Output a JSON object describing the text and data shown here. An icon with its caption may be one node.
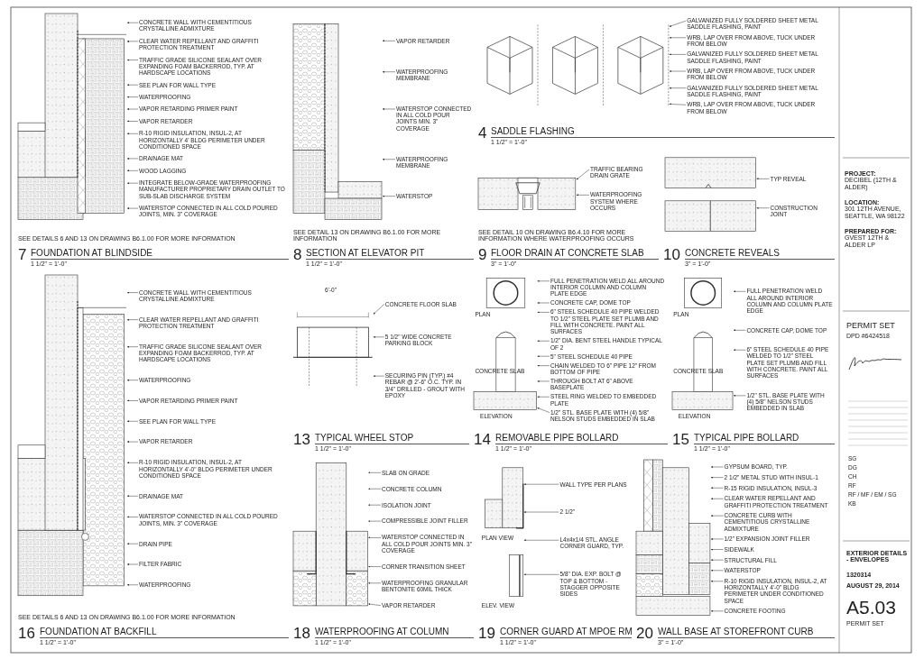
{
  "diagram": {
    "nodes": [
      {
        "text": [
          "CONCRETE WALL WITH CEMENTITIOUS CRYSTALLINE ADMIXTURE"
        ]
      },
      {
        "text": [
          "CLEAR WATER REPELLANT AND GRAFFITI PROTECTION TREATMENT"
        ]
      },
      {
        "text": [
          "TRAFFIC GRADE SILICONE SEALANT OVER EXPANDING FOAM BACKERROD, TYP. AT HARDSCAPE LOCATIONS"
        ]
      },
      {
        "text": [
          "SEE PLAN FOR WALL TYPE"
        ]
      },
      {
        "text": [
          "WATERPROOFING"
        ]
      },
      {
        "text": [
          "VAPOR RETARDING PRIMER PAINT"
        ]
      },
      {
        "text": [
          "VAPOR RETARDER"
        ]
      },
      {
        "text": [
          "R-10 RIGID INSULATION, INSUL-2, AT HORIZONTALLY 4' BLDG PERIMETER UNDER CONDITIONED SPACE"
        ]
      },
      {
        "text": [
          "DRAINAGE MAT"
        ]
      },
      {
        "text": [
          "WOOD LAGGING"
        ]
      },
      {
        "text": [
          "INTEGRATE BELOW-GRADE WATERPROOFING MANUFACTURER PROPRIETARY DRAIN OUTLET TO SUB-SLAB DISCHARGE SYSTEM"
        ]
      },
      {
        "text": [
          "WATERSTOP CONNECTED IN ALL COLD POURED JOINTS, MIN. 3\" COVERAGE"
        ]
      },
      {
        "text": [
          "VAPOR RETARDER"
        ]
      },
      {
        "text": [
          "WATERPROOFING MEMBRANE"
        ]
      },
      {
        "text": [
          "WATERSTOP CONNECTED IN ALL COLD POUR JOINTS MIN. 3\" COVERAGE"
        ]
      },
      {
        "text": [
          "WATERPROOFING MEMBRANE"
        ]
      },
      {
        "text": [
          "WATERSTOP"
        ]
      },
      {
        "text": [
          "GALVANIZED FULLY SOLDERED SHEET METAL SADDLE FLASHING, PAINT"
        ]
      },
      {
        "text": [
          "WRB, LAP OVER FROM ABOVE, TUCK UNDER FROM BELOW"
        ]
      },
      {
        "text": [
          "GALVANIZED FULLY SOLDERED SHEET METAL SADDLE FLASHING, PAINT"
        ]
      },
      {
        "text": [
          "WRB, LAP OVER FROM ABOVE, TUCK UNDER FROM BELOW"
        ]
      },
      {
        "text": [
          "GALVANIZED FULLY SOLDERED SHEET METAL SADDLE FLASHING, PAINT"
        ]
      },
      {
        "text": [
          "WRB, LAP OVER FROM ABOVE, TUCK UNDER FROM BELOW"
        ]
      },
      {
        "text": [
          "TRAFFIC BEARING DRAIN GRATE"
        ]
      },
      {
        "text": [
          "WATERPROOFING SYSTEM WHERE OCCURS"
        ]
      },
      {
        "text": [
          "TYP REVEAL"
        ]
      },
      {
        "text": [
          "CONSTRUCTION JOINT"
        ]
      },
      {
        "text": [
          "CONCRETE FLOOR SLAB"
        ]
      },
      {
        "text": [
          "5 1/2\" WIDE CONCRETE PARKING BLOCK"
        ]
      },
      {
        "text": [
          "SECURING PIN (TYP.) #4 REBAR @ 2'-6\" O.C. TYP. IN 3/4\" DRILLED - GROUT WITH EPOXY"
        ]
      },
      {
        "text": [
          "FULL PENETRATION WELD ALL AROUND INTERIOR COLUMN AND COLUMN PLATE EDGE"
        ]
      },
      {
        "text": [
          "CONCRETE CAP, DOME TOP"
        ]
      },
      {
        "text": [
          "6\" STEEL SCHEDULE 40 PIPE WELDED TO 1/2\" STEEL PLATE SET PLUMB AND FILL WITH CONCRETE. PAINT ALL SURFACES"
        ]
      },
      {
        "text": [
          "1/2\" DIA. BENT STEEL HANDLE TYPICAL OF 2"
        ]
      },
      {
        "text": [
          "5\" STEEL SCHEDULE 40 PIPE"
        ]
      },
      {
        "text": [
          "CHAIN WELDED TO 6\" PIPE 12\" FROM BOTTOM OF PIPE"
        ]
      },
      {
        "text": [
          "THROUGH BOLT AT 6\" ABOVE BASEPLATE"
        ]
      },
      {
        "text": [
          "STEEL RING WELDED TO EMBEDDED PLATE"
        ]
      },
      {
        "text": [
          "1/2\" STL. BASE PLATE WITH (4) 5/8\" NELSON STUDS EMBEDDED IN SLAB"
        ]
      },
      {
        "text": [
          "FULL PENETRATION WELD ALL AROUND INTERIOR COLUMN AND COLUMN PLATE EDGE"
        ]
      },
      {
        "text": [
          "CONCRETE CAP, DOME TOP"
        ]
      },
      {
        "text": [
          "6\" STEEL SCHEDULE 40 PIPE WELDED TO 1/2\" STEEL PLATE SET PLUMB AND FILL WITH CONCRETE. PAINT ALL SURFACES"
        ]
      },
      {
        "text": [
          "1/2\" STL. BASE PLATE WITH (4) 5/8\" NELSON STUDS EMBEDDED IN SLAB"
        ]
      },
      {
        "text": [
          "CONCRETE WALL WITH CEMENTITIOUS CRYSTALLINE ADMIXTURE"
        ]
      },
      {
        "text": [
          "CLEAR WATER REPELLANT AND GRAFFITI PROTECTION TREATMENT"
        ]
      },
      {
        "text": [
          "TRAFFIC GRADE SILICONE SEALANT OVER EXPANDING FOAM BACKERROD, TYP. AT HARDSCAPE LOCATIONS"
        ]
      },
      {
        "text": [
          "WATERPROOFING"
        ]
      },
      {
        "text": [
          "VAPOR RETARDING PRIMER PAINT"
        ]
      },
      {
        "text": [
          "SEE PLAN FOR WALL TYPE"
        ]
      },
      {
        "text": [
          "VAPOR RETARDER"
        ]
      },
      {
        "text": [
          "R-10 RIGID INSULATION, INSUL-2, AT HORIZONTALLY 4'-0\" BLDG PERIMETER UNDER CONDITIONED SPACE"
        ]
      },
      {
        "text": [
          "DRAINAGE MAT"
        ]
      },
      {
        "text": [
          "WATERSTOP CONNECTED IN ALL COLD POURED JOINTS, MIN. 3\" COVERAGE"
        ]
      },
      {
        "text": [
          "DRAIN PIPE"
        ]
      },
      {
        "text": [
          "FILTER FABRIC"
        ]
      },
      {
        "text": [
          "WATERPROOFING"
        ]
      },
      {
        "text": [
          "SLAB ON GRADE"
        ]
      },
      {
        "text": [
          "CONCRETE COLUMN"
        ]
      },
      {
        "text": [
          "ISOLATION JOINT"
        ]
      },
      {
        "text": [
          "COMPRESSIBLE JOINT FILLER"
        ]
      },
      {
        "text": [
          "WATERSTOP CONNECTED IN ALL COLD POUR JOINTS MIN. 3\" COVERAGE"
        ]
      },
      {
        "text": [
          "CORNER TRANSITION SHEET"
        ]
      },
      {
        "text": [
          "WATERPROOFING GRANULAR BENTONITE 60MIL THICK"
        ]
      },
      {
        "text": [
          "VAPOR RETARDER"
        ]
      },
      {
        "text": [
          "WALL TYPE PER PLANS"
        ]
      },
      {
        "text": [
          "2 1/2\""
        ]
      },
      {
        "text": [
          "L4x4x1/4 STL. ANGLE CORNER GUARD, TYP."
        ]
      },
      {
        "text": [
          "5/8\" DIA. EXP. BOLT @ TOP & BOTTOM - STAGGER OPPOSITE SIDES"
        ]
      },
      {
        "text": [
          "GYPSUM BOARD, TYP."
        ]
      },
      {
        "text": [
          "2 1/2\" METAL STUD WITH INSUL-1"
        ]
      },
      {
        "text": [
          "R-15 RIGID INSULATION, INSUL-3"
        ]
      },
      {
        "text": [
          "CLEAR WATER REPELLANT AND GRAFFITI PROTECTION TREATMENT"
        ]
      },
      {
        "text": [
          "CONCRETE CURB WITH CEMENTITIOUS CRYSTALLINE ADMIXTURE"
        ]
      },
      {
        "text": [
          "1/2\" EXPANSION JOINT FILLER"
        ]
      },
      {
        "text": [
          "SIDEWALK"
        ]
      },
      {
        "text": [
          "STRUCTURAL FILL"
        ]
      },
      {
        "text": [
          "WATERSTOP"
        ]
      },
      {
        "text": [
          "R-10 RIGID INSULATION, INSUL-2, AT HORIZONTALLY 4'-0\" BLDG PERIMETER UNDER CONDITIONED SPACE"
        ]
      },
      {
        "text": [
          "CONCRETE FOOTING"
        ]
      },
      {
        "text": [],
        "shape": "picture"
      },
      {
        "text": [],
        "shape": "picture"
      },
      {
        "text": [],
        "shape": "picture"
      },
      {
        "text": [],
        "shape": "picture"
      },
      {
        "text": [],
        "shape": "picture"
      },
      {
        "text": [],
        "shape": "picture"
      },
      {
        "text": [],
        "shape": "picture"
      },
      {
        "text": [],
        "shape": "picture"
      },
      {
        "text": [],
        "shape": "picture"
      },
      {
        "text": [],
        "shape": "picture"
      },
      {
        "text": [],
        "shape": "picture"
      },
      {
        "text": [],
        "shape": "picture"
      }
    ],
    "edges": [
      {
        "from": 0,
        "to": 79,
        "arrow": "to"
      },
      {
        "from": 1,
        "to": 79,
        "arrow": "to"
      },
      {
        "from": 2,
        "to": 79,
        "arrow": "to"
      },
      {
        "from": 3,
        "to": 79,
        "arrow": "to"
      },
      {
        "from": 4,
        "to": 79,
        "arrow": "to"
      },
      {
        "from": 5,
        "to": 79,
        "arrow": "to"
      },
      {
        "from": 6,
        "to": 79,
        "arrow": "to"
      },
      {
        "from": 7,
        "to": 79,
        "arrow": "to"
      },
      {
        "from": 8,
        "to": 79,
        "arrow": "to"
      },
      {
        "from": 9,
        "to": 79,
        "arrow": "to"
      },
      {
        "from": 10,
        "to": 79,
        "arrow": "to"
      },
      {
        "from": 11,
        "to": 79,
        "arrow": "to"
      },
      {
        "from": 12,
        "to": 80,
        "arrow": "to"
      },
      {
        "from": 13,
        "to": 80,
        "arrow": "to"
      },
      {
        "from": 14,
        "to": 80,
        "arrow": "to"
      },
      {
        "from": 15,
        "to": 80,
        "arrow": "to"
      },
      {
        "from": 16,
        "to": 80,
        "arrow": "to"
      },
      {
        "from": 17,
        "to": 81,
        "arrow": "to"
      },
      {
        "from": 18,
        "to": 81,
        "arrow": "to"
      },
      {
        "from": 19,
        "to": 81,
        "arrow": "to"
      },
      {
        "from": 20,
        "to": 81,
        "arrow": "to"
      },
      {
        "from": 21,
        "to": 81,
        "arrow": "to"
      },
      {
        "from": 22,
        "to": 81,
        "arrow": "to"
      },
      {
        "from": 23,
        "to": 82,
        "arrow": "to"
      },
      {
        "from": 24,
        "to": 82,
        "arrow": "to"
      },
      {
        "from": 25,
        "to": 83,
        "arrow": "to"
      },
      {
        "from": 26,
        "to": 83,
        "arrow": "to"
      },
      {
        "from": 27,
        "to": 84,
        "arrow": "to"
      },
      {
        "from": 28,
        "to": 84,
        "arrow": "to"
      },
      {
        "from": 29,
        "to": 84,
        "arrow": "to"
      },
      {
        "from": 30,
        "to": 85,
        "arrow": "to"
      },
      {
        "from": 31,
        "to": 85,
        "arrow": "to"
      },
      {
        "from": 32,
        "to": 85,
        "arrow": "to"
      },
      {
        "from": 33,
        "to": 85,
        "arrow": "to"
      },
      {
        "from": 34,
        "to": 85,
        "arrow": "to"
      },
      {
        "from": 35,
        "to": 85,
        "arrow": "to"
      },
      {
        "from": 36,
        "to": 85,
        "arrow": "to"
      },
      {
        "from": 37,
        "to": 85,
        "arrow": "to"
      },
      {
        "from": 38,
        "to": 85,
        "arrow": "to"
      },
      {
        "from": 39,
        "to": 86,
        "arrow": "to"
      },
      {
        "from": 40,
        "to": 86,
        "arrow": "to"
      },
      {
        "from": 41,
        "to": 86,
        "arrow": "to"
      },
      {
        "from": 42,
        "to": 86,
        "arrow": "to"
      },
      {
        "from": 43,
        "to": 87,
        "arrow": "to"
      },
      {
        "from": 44,
        "to": 87,
        "arrow": "to"
      },
      {
        "from": 45,
        "to": 87,
        "arrow": "to"
      },
      {
        "from": 46,
        "to": 87,
        "arrow": "to"
      },
      {
        "from": 47,
        "to": 87,
        "arrow": "to"
      },
      {
        "from": 48,
        "to": 87,
        "arrow": "to"
      },
      {
        "from": 49,
        "to": 87,
        "arrow": "to"
      },
      {
        "from": 50,
        "to": 87,
        "arrow": "to"
      },
      {
        "from": 51,
        "to": 87,
        "arrow": "to"
      },
      {
        "from": 52,
        "to": 87,
        "arrow": "to"
      },
      {
        "from": 53,
        "to": 87,
        "arrow": "to"
      },
      {
        "from": 54,
        "to": 87,
        "arrow": "to"
      },
      {
        "from": 55,
        "to": 87,
        "arrow": "to"
      },
      {
        "from": 56,
        "to": 88,
        "arrow": "to"
      },
      {
        "from": 57,
        "to": 88,
        "arrow": "to"
      },
      {
        "from": 58,
        "to": 88,
        "arrow": "to"
      },
      {
        "from": 59,
        "to": 88,
        "arrow": "to"
      },
      {
        "from": 60,
        "to": 88,
        "arrow": "to"
      },
      {
        "from": 61,
        "to": 88,
        "arrow": "to"
      },
      {
        "from": 62,
        "to": 88,
        "arrow": "to"
      },
      {
        "from": 63,
        "to": 88,
        "arrow": "to"
      },
      {
        "from": 64,
        "to": 89,
        "arrow": "to"
      },
      {
        "from": 65,
        "to": 89,
        "arrow": "to"
      },
      {
        "from": 66,
        "to": 89,
        "arrow": "to"
      },
      {
        "from": 67,
        "to": 89,
        "arrow": "to"
      },
      {
        "from": 68,
        "to": 90,
        "arrow": "to"
      },
      {
        "from": 69,
        "to": 90,
        "arrow": "to"
      },
      {
        "from": 70,
        "to": 90,
        "arrow": "to"
      },
      {
        "from": 71,
        "to": 90,
        "arrow": "to"
      },
      {
        "from": 72,
        "to": 90,
        "arrow": "to"
      },
      {
        "from": 73,
        "to": 90,
        "arrow": "to"
      },
      {
        "from": 74,
        "to": 90,
        "arrow": "to"
      },
      {
        "from": 75,
        "to": 90,
        "arrow": "to"
      },
      {
        "from": 76,
        "to": 90,
        "arrow": "to"
      },
      {
        "from": 77,
        "to": 90,
        "arrow": "to"
      },
      {
        "from": 78,
        "to": 90,
        "arrow": "to"
      }
    ],
    "labels": [
      "SEE DETAILS 6 AND 13 ON DRAWING B6.1.00 FOR MORE INFORMATION",
      "7",
      "FOUNDATION AT BLINDSIDE",
      "1 1/2\" = 1'-0\"",
      "SEE DETAIL 13 ON DRAWING B6.1.00 FOR MORE INFORMATION",
      "8",
      "SECTION AT ELEVATOR PIT",
      "1 1/2\" = 1'-0\"",
      "4",
      "SADDLE FLASHING",
      "1 1/2\" = 1'-0\"",
      "SEE DETAIL 10 ON DRAWING B6.4.10 FOR MORE INFORMATION WHERE WATERPROOFING OCCURS",
      "9",
      "FLOOR DRAIN AT CONCRETE SLAB",
      "3\" = 1'-0\"",
      "10",
      "CONCRETE REVEALS",
      "3\" = 1'-0\"",
      "6'-0\"",
      "13",
      "TYPICAL WHEEL STOP",
      "1 1/2\" = 1'-0\"",
      "PLAN",
      "CONCRETE SLAB",
      "ELEVATION",
      "14",
      "REMOVABLE PIPE BOLLARD",
      "1 1/2\" = 1'-0\"",
      "PLAN",
      "CONCRETE SLAB",
      "ELEVATION",
      "15",
      "TYPICAL PIPE BOLLARD",
      "1 1/2\" = 1'-0\"",
      "SEE DETAILS 6 AND 13 ON DRAWING B6.1.00 FOR MORE INFORMATION",
      "16",
      "FOUNDATION AT BACKFILL",
      "1 1/2\" = 1'-0\"",
      "18",
      "WATERPROOFING AT COLUMN",
      "1 1/2\" = 1'-0\"",
      "PLAN VIEW",
      "ELEV. VIEW",
      "19",
      "CORNER GUARD AT MPOE RM",
      "1 1/2\" = 1'-0\"",
      "20",
      "WALL BASE AT STOREFRONT CURB",
      "3\" = 1'-0\"",
      "PROJECT:",
      "DECIBEL (12TH & ALDER)",
      "LOCATION:",
      "301 12TH AVENUE, SEATTLE, WA 98122",
      "PREPARED FOR:",
      "GVEST 12TH & ALDER LP",
      "PERMIT SET",
      "DPD #6424518",
      "SG",
      "DG",
      "CH",
      "RF",
      "RF / MF / EM / SG",
      "KB",
      "EXTERIOR DETAILS - ENVELOPES",
      "1320314",
      "AUGUST 29, 2014",
      "A5.03",
      "PERMIT SET"
    ]
  }
}
